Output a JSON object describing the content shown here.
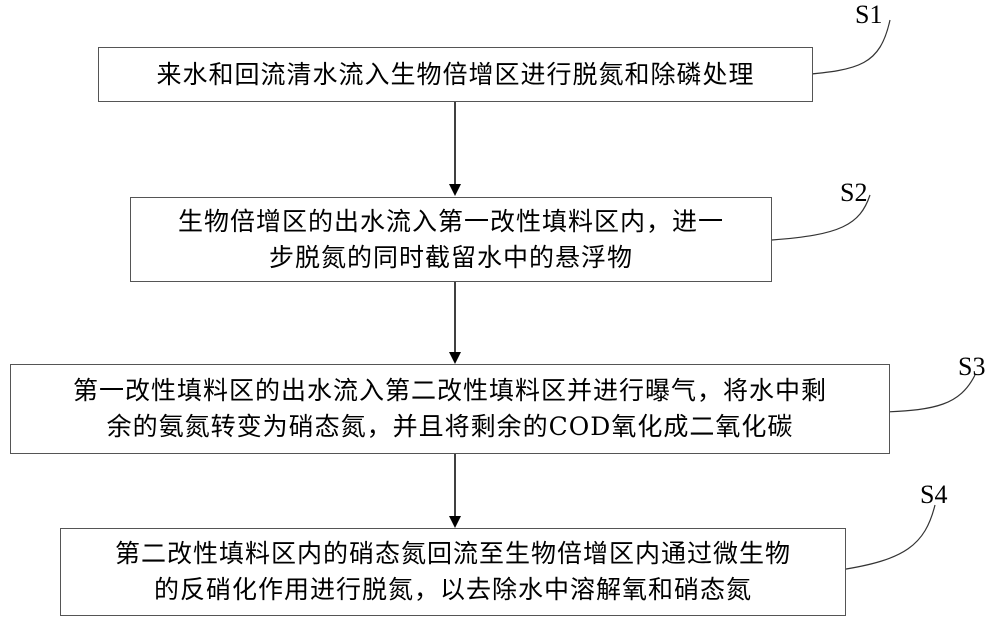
{
  "steps": [
    {
      "label": "S1",
      "lines": [
        "来水和回流清水流入生物倍增区进行脱氮和除磷处理"
      ]
    },
    {
      "label": "S2",
      "lines": [
        "生物倍增区的出水流入第一改性填料区内，进一",
        "步脱氮的同时截留水中的悬浮物"
      ]
    },
    {
      "label": "S3",
      "lines": [
        "第一改性填料区的出水流入第二改性填料区并进行曝气，将水中剩",
        "余的氨氮转变为硝态氮，并且将剩余的COD氧化成二氧化碳"
      ]
    },
    {
      "label": "S4",
      "lines": [
        "第二改性填料区内的硝态氮回流至生物倍增区内通过微生物",
        "的反硝化作用进行脱氮，以去除水中溶解氧和硝态氮"
      ]
    }
  ]
}
